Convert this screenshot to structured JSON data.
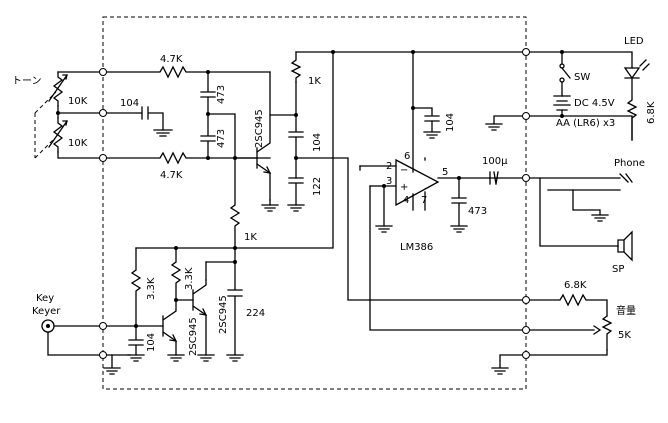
{
  "labels": {
    "tone": "トーン",
    "vr_tone_1": "10K",
    "vr_tone_2": "10K",
    "r_4k7_top": "4.7K",
    "r_4k7_bottom": "4.7K",
    "c_104_tone": "104",
    "c_473_a": "473",
    "c_473_b": "473",
    "q1_part": "2SC945",
    "r_1k_top": "1K",
    "c_104_mid": "104",
    "c_122": "122",
    "r_1k_mid": "1K",
    "r_3k3_a": "3.3K",
    "r_3k3_b": "3.3K",
    "c_224": "224",
    "q2_part": "2SC945",
    "q3_part": "2SC945",
    "c_104_key": "104",
    "key": "Key",
    "keyer": "Keyer",
    "ic_pin_6": "6",
    "ic_pin_2": "2",
    "ic_pin_3": "3",
    "ic_pin_4": "4",
    "ic_pin_7": "7",
    "ic_pin_5": "5",
    "ic_minus": "−",
    "ic_plus": "+",
    "ic_part": "LM386",
    "c_104_ic": "104",
    "c_473_out": "473",
    "c_100u": "100μ",
    "led": "LED",
    "sw": "SW",
    "battery_voltage": "DC 4.5V",
    "battery_type": "AA (LR6) x3",
    "r_6k8_led": "6.8K",
    "phone": "Phone",
    "sp": "SP",
    "r_6k8_vol": "6.8K",
    "volume": "音量",
    "vr_5k": "5K"
  }
}
